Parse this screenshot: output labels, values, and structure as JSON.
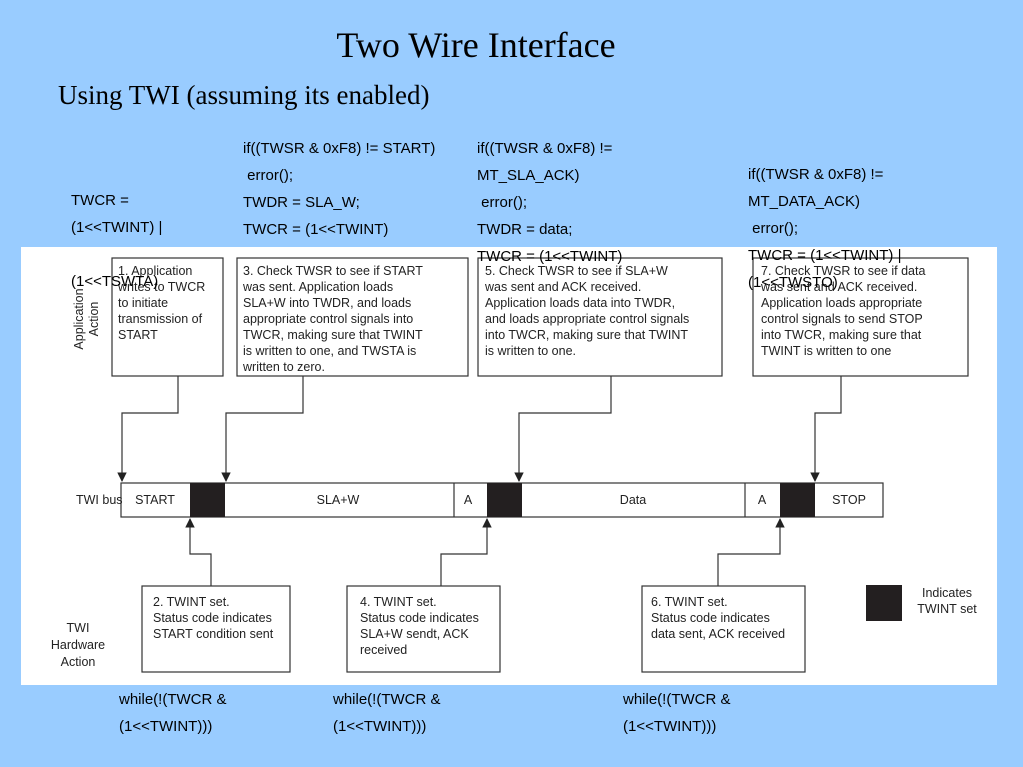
{
  "title": "Two Wire Interface",
  "subtitle": "Using TWI (assuming its enabled)",
  "code_blocks": {
    "twcr_start": [
      "TWCR =",
      "(1<<TWINT) |",
      "",
      "(1<<TSWTA)"
    ],
    "sla_w": [
      "if((TWSR & 0xF8) != START)",
      " error();",
      "TWDR = SLA_W;",
      "TWCR = (1<<TWINT)"
    ],
    "data": [
      "if((TWSR & 0xF8) !=",
      "MT_SLA_ACK)",
      " error();",
      "TWDR = data;",
      "TWCR = (1<<TWINT)"
    ],
    "stop": [
      "if((TWSR & 0xF8) !=",
      "MT_DATA_ACK)",
      " error();",
      "TWCR = (1<<TWINT) |",
      "(1<<TWSTO)"
    ]
  },
  "while_blocks": [
    [
      "while(!(TWCR &",
      "(1<<TWINT)))"
    ],
    [
      "while(!(TWCR &",
      "(1<<TWINT)))"
    ],
    [
      "while(!(TWCR &",
      "(1<<TWINT)))"
    ]
  ],
  "diagram": {
    "application_action_label": [
      "Application",
      "Action"
    ],
    "app_boxes": [
      [
        "1. Application",
        "writes to TWCR",
        "to initiate",
        "transmission of",
        "START"
      ],
      [
        "3. Check TWSR to see if START",
        "was sent. Application loads",
        "SLA+W into TWDR, and loads",
        "appropriate control signals into",
        "TWCR, making sure that TWINT",
        "is written to one, and TWSTA is",
        "written to zero."
      ],
      [
        "5. Check TWSR to see if SLA+W",
        "was sent and ACK received.",
        "Application loads data into TWDR,",
        "and loads appropriate control signals",
        "into TWCR, making sure that TWINT",
        "is written to one."
      ],
      [
        "7. Check TWSR to see if data",
        "was sent and ACK received.",
        "Application loads appropriate",
        "control signals to send STOP",
        "into TWCR, making sure that",
        "TWINT is written to one"
      ]
    ],
    "bus_label": "TWI bus",
    "bus_segments": [
      "START",
      "SLA+W",
      "A",
      "Data",
      "A",
      "STOP"
    ],
    "hw_label": [
      "TWI",
      "Hardware",
      "Action"
    ],
    "hw_boxes": [
      [
        "2. TWINT set.",
        "Status code indicates",
        "START condition sent"
      ],
      [
        "4. TWINT set.",
        "Status code indicates",
        "SLA+W sendt, ACK",
        "received"
      ],
      [
        "6. TWINT set.",
        "Status code indicates",
        "data sent, ACK received"
      ]
    ],
    "legend_label": [
      "Indicates",
      "TWINT set"
    ]
  },
  "colors": {
    "background": "#99ccff",
    "panel": "#ffffff",
    "marker": "#231f20"
  }
}
